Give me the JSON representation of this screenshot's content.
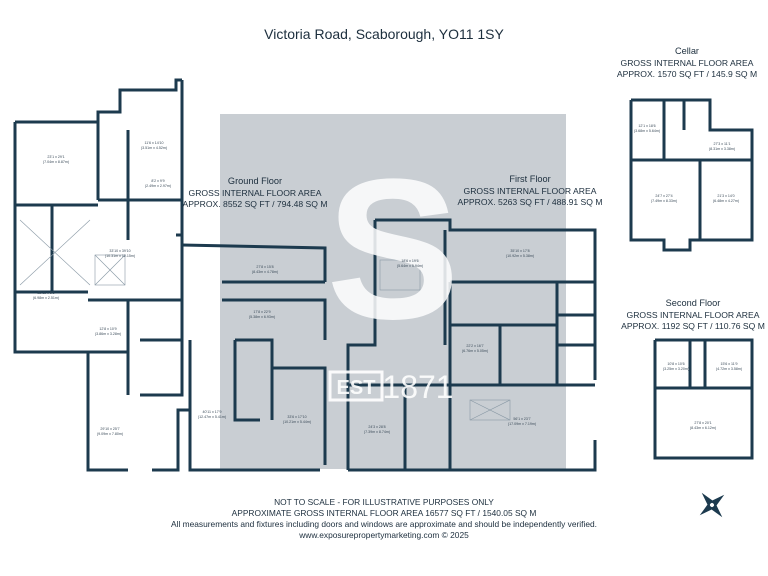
{
  "header": {
    "title": "Victoria Road, Scaborough, YO11 1SY"
  },
  "floors": {
    "ground": {
      "name": "Ground Floor",
      "area_label": "GROSS INTERNAL FLOOR AREA",
      "area_value": "APPROX. 8552 SQ FT / 794.48 SQ M"
    },
    "first": {
      "name": "First Floor",
      "area_label": "GROSS INTERNAL FLOOR AREA",
      "area_value": "APPROX. 5263 SQ FT / 488.91 SQ M"
    },
    "cellar": {
      "name": "Cellar",
      "area_label": "GROSS INTERNAL FLOOR AREA",
      "area_value": "APPROX. 1570 SQ FT / 145.9 SQ M"
    },
    "second": {
      "name": "Second Floor",
      "area_label": "GROSS INTERNAL FLOOR AREA",
      "area_value": "APPROX. 1192 SQ FT / 110.76 SQ M"
    }
  },
  "watermark": {
    "letter": "S",
    "est": "EST",
    "year": "1871"
  },
  "footer": {
    "line1": "NOT TO SCALE - FOR ILLUSTRATIVE PURPOSES ONLY",
    "line2": "APPROXIMATE GROSS INTERNAL FLOOR AREA 16577 SQ FT / 1540.05 SQ M",
    "line3": "All measurements and fixtures including doors and windows are approximate and should be independently verified.",
    "line4": "www.exposurepropertymarketing.com © 2025"
  },
  "rooms": {
    "g1": "23'1 x 29'1",
    "g1m": "(7.04m x 8.87m)",
    "g2": "11'6 x 14'10",
    "g2m": "(3.51m x 4.52m)",
    "g3": "8'2 x 9'9",
    "g3m": "(2.49m x 2.97m)",
    "g4": "33'10 x 39'10",
    "g4m": "(10.31m x 12.15m)",
    "g5": "22'11 x 8'3",
    "g5m": "(6.98m x 2.51m)",
    "g6": "27'8 x 15'8",
    "g6m": "(8.43m x 4.78m)",
    "g7": "17'8 x 22'9",
    "g7m": "(5.38m x 6.93m)",
    "g8": "40'11 x 17'9",
    "g8m": "(12.47m x 5.41m)",
    "g9": "33'6 x 17'10",
    "g9m": "(10.21m x 5.44m)",
    "g10": "29'10 x 25'7",
    "g10m": "(9.09m x 7.80m)",
    "g11": "12'8 x 10'9",
    "g11m": "(3.86m x 3.28m)",
    "f1": "35'10 x 17'8",
    "f1m": "(10.92m x 5.38m)",
    "f2": "18'6 x 19'6",
    "f2m": "(5.64m x 5.94m)",
    "f3": "22'2 x 16'7",
    "f3m": "(6.76m x 5.05m)",
    "f4": "24'3 x 28'8",
    "f4m": "(7.39m x 8.74m)",
    "f5": "56'1 x 23'7",
    "f5m": "(17.09m x 7.19m)",
    "c1": "12'1 x 18'6",
    "c1m": "(3.68m x 5.64m)",
    "c2": "27'3 x 11'1",
    "c2m": "(8.31m x 3.38m)",
    "c3": "24'7 x 27'4",
    "c3m": "(7.49m x 8.33m)",
    "c4": "21'3 x 14'0",
    "c4m": "(6.48m x 4.27m)",
    "s1": "10'8 x 10'6",
    "s1m": "(3.25m x 3.20m)",
    "s2": "15'6 x 11'9",
    "s2m": "(4.72m x 3.58m)",
    "s3": "27'8 x 20'1",
    "s3m": "(8.43m x 6.12m)"
  },
  "colors": {
    "wall": "#1c3a4e",
    "watermark_block": "#c9ced3",
    "text": "#1c2e3d"
  },
  "icons": {
    "compass": "compass-icon"
  }
}
